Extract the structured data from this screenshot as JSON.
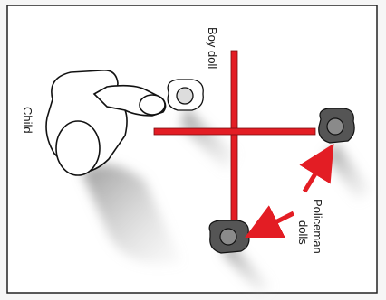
{
  "labels": {
    "boy_doll": "Boy doll",
    "child": "Child",
    "policeman_line1": "Policeman",
    "policeman_line2": "dolls"
  },
  "colors": {
    "wall": "#e31d24",
    "arrow": "#e31d24",
    "doll_fill": "#555555",
    "shadow": "#9a9a9a",
    "outline": "#111111",
    "border": "#222222"
  }
}
